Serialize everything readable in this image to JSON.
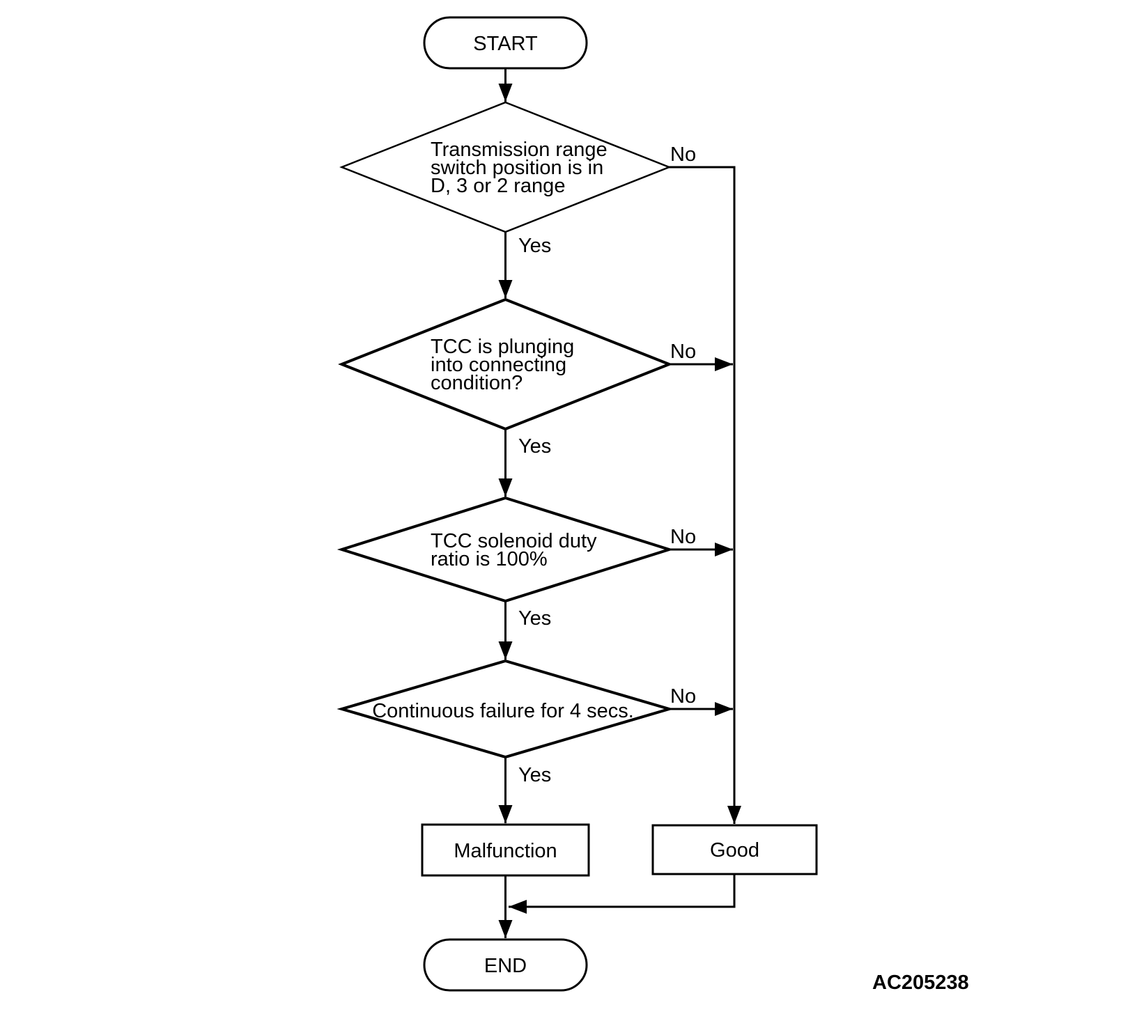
{
  "page": {
    "background_color": "#ffffff",
    "line_color": "#000000",
    "text_color": "#000000"
  },
  "flowchart": {
    "start_label": "START",
    "end_label": "END",
    "yes_label": "Yes",
    "no_label": "No",
    "decisions": [
      {
        "lines": [
          "Transmission range",
          "switch position is in",
          "D, 3 or 2 range"
        ]
      },
      {
        "lines": [
          "TCC is plunging",
          "into connecting",
          "condition?"
        ]
      },
      {
        "lines": [
          "TCC solenoid duty",
          "ratio is 100%"
        ]
      },
      {
        "lines": [
          "Continuous failure for 4 secs."
        ]
      }
    ],
    "outcomes": {
      "malfunction_label": "Malfunction",
      "good_label": "Good"
    },
    "figure_id": "AC205238"
  }
}
